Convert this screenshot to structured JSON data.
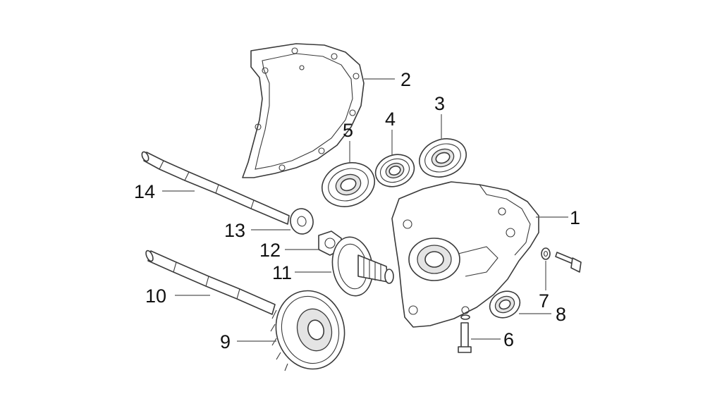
{
  "diagram": {
    "callouts": [
      {
        "id": "1",
        "label": "1",
        "part": "crankcase-cover"
      },
      {
        "id": "2",
        "label": "2",
        "part": "cover-gasket"
      },
      {
        "id": "3",
        "label": "3",
        "part": "bearing-large"
      },
      {
        "id": "4",
        "label": "4",
        "part": "bearing-small"
      },
      {
        "id": "5",
        "label": "5",
        "part": "bearing-medium"
      },
      {
        "id": "6",
        "label": "6",
        "part": "bolt-vertical"
      },
      {
        "id": "7",
        "label": "7",
        "part": "washer-small"
      },
      {
        "id": "8",
        "label": "8",
        "part": "oil-seal"
      },
      {
        "id": "9",
        "label": "9",
        "part": "large-gear"
      },
      {
        "id": "10",
        "label": "10",
        "part": "lower-shaft"
      },
      {
        "id": "11",
        "label": "11",
        "part": "gear-with-shaft"
      },
      {
        "id": "12",
        "label": "12",
        "part": "nut"
      },
      {
        "id": "13",
        "label": "13",
        "part": "washer"
      },
      {
        "id": "14",
        "label": "14",
        "part": "upper-shaft"
      }
    ]
  }
}
